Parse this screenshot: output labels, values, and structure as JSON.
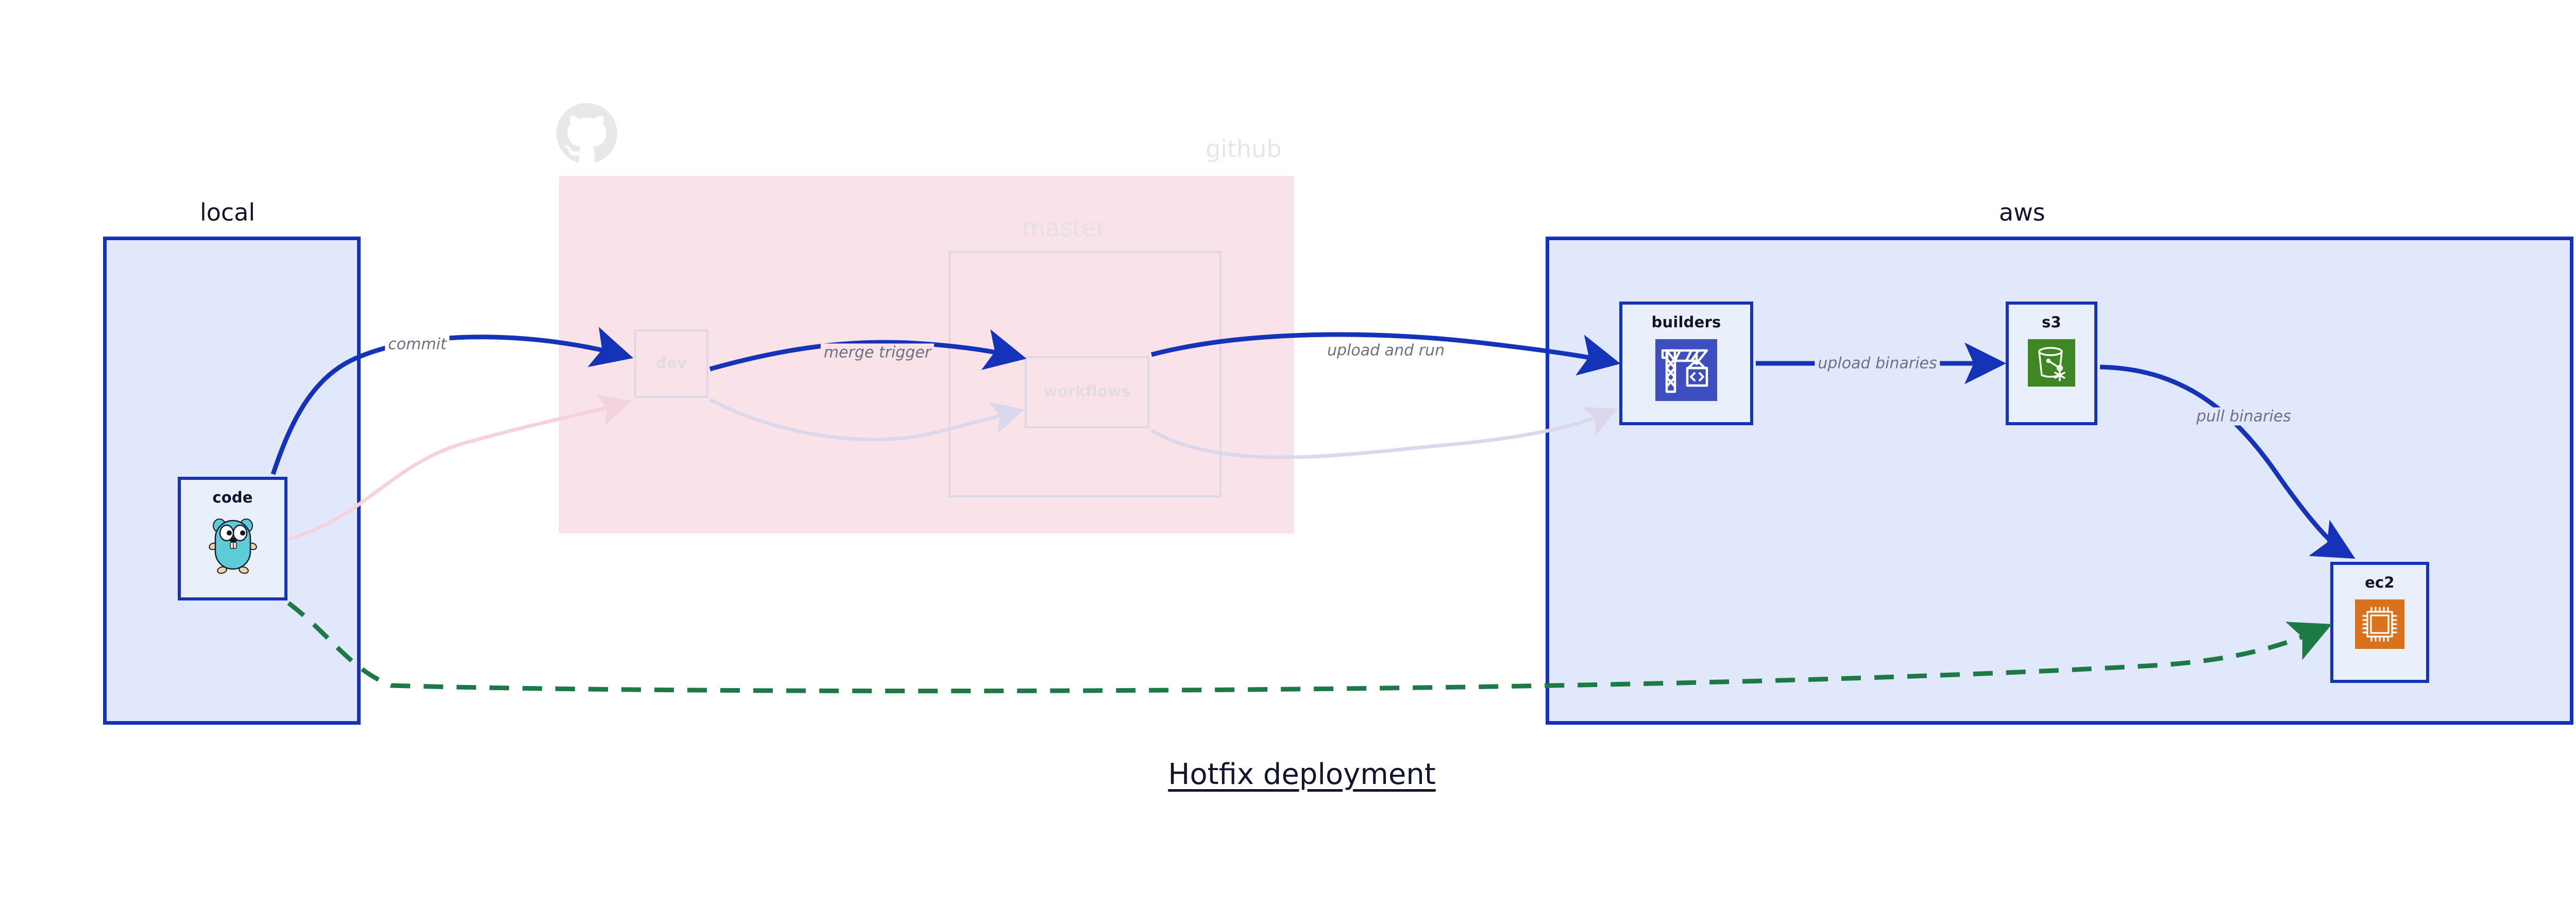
{
  "figure": {
    "title": "Hotfix deployment"
  },
  "groups": [
    {
      "id": "local",
      "label": "local",
      "style": "solid"
    },
    {
      "id": "github",
      "label": "github",
      "style": "pink",
      "icon": "github-octocat-icon"
    },
    {
      "id": "master",
      "label": "master",
      "style": "subtle"
    },
    {
      "id": "aws",
      "label": "aws",
      "style": "solid"
    }
  ],
  "nodes": {
    "code": {
      "label": "code",
      "icon": "go-gopher-icon",
      "state": "active"
    },
    "dev": {
      "label": "dev",
      "icon": "none",
      "state": "faded"
    },
    "workflows": {
      "label": "workflows",
      "icon": "none",
      "state": "faded"
    },
    "builders": {
      "label": "builders",
      "icon": "aws-codebuild-crane-icon",
      "state": "active"
    },
    "s3": {
      "label": "s3",
      "icon": "aws-s3-bucket-icon",
      "state": "active"
    },
    "ec2": {
      "label": "ec2",
      "icon": "aws-ec2-chip-icon",
      "state": "active"
    }
  },
  "edges": [
    {
      "id": "commit",
      "label": "commit",
      "from": "code",
      "to": "dev",
      "style": "active-blue"
    },
    {
      "id": "merge-trigger",
      "label": "merge trigger",
      "from": "dev",
      "to": "workflows",
      "style": "active-blue"
    },
    {
      "id": "upload-and-run",
      "label": "upload and run",
      "from": "workflows",
      "to": "builders",
      "style": "active-blue"
    },
    {
      "id": "upload-binaries",
      "label": "upload binaries",
      "from": "builders",
      "to": "s3",
      "style": "active-blue"
    },
    {
      "id": "pull-binaries",
      "label": "pull binaries",
      "from": "s3",
      "to": "ec2",
      "style": "active-blue"
    },
    {
      "id": "hotfix-direct",
      "label": "",
      "from": "code",
      "to": "ec2",
      "style": "green-dashed"
    },
    {
      "id": "faded-pink",
      "label": "",
      "from": "code",
      "to": "dev",
      "style": "faded-pink"
    },
    {
      "id": "faded-dev-wf",
      "label": "",
      "from": "dev",
      "to": "workflows",
      "style": "faded-lilac"
    },
    {
      "id": "faded-wf-build",
      "label": "",
      "from": "workflows",
      "to": "builders",
      "style": "faded-lilac"
    }
  ],
  "colors": {
    "accent_blue": "#1433b8",
    "group_fill_blue": "#e2e8fb",
    "node_fill_blue": "#eaeffc",
    "github_pink": "#f9e3e9",
    "faded_border": "#ded7e6",
    "green_dashed": "#1d7a46",
    "label_gray": "#6c7080",
    "title_dark": "#11142b",
    "s3_green": "#3f8624",
    "ec2_orange": "#d9721e",
    "builders_indigo": "#3d4ec1",
    "gopher_cyan": "#5dcbd8"
  }
}
